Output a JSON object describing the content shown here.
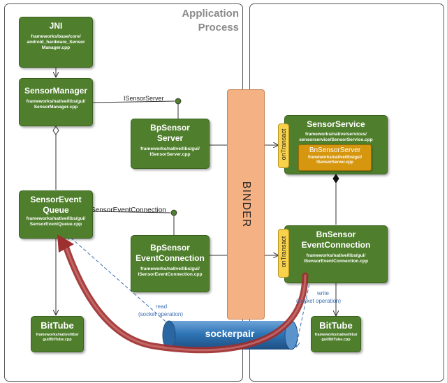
{
  "labels": {
    "app_process": "Application\nProcess",
    "binder": "BINDER",
    "socketpair": "sockerpair",
    "isensorserver": "ISensorServer",
    "isensoreventconnection": "SensorEventConnection",
    "read": "read",
    "read_sub": "(socket operation)",
    "write": "write",
    "write_sub": "(socket operation)"
  },
  "nodes": {
    "jni": {
      "title": "JNI",
      "path": "frameworks/base/core/\nandroid_hardware_Sensor\nManager.cpp"
    },
    "sensor_manager": {
      "title": "SensorManager",
      "path": "frameworks/native/libs/gui/\nSensorManager.cpp"
    },
    "bp_sensor_server": {
      "title": "BpSensor\nServer",
      "path": "frameworks/native/libs/gui/\nISensorServer.cpp"
    },
    "sensor_event_queue": {
      "title": "SensorEvent\nQueue",
      "path": "frameworks/native/libs/gui/\nSensorEventQueue.cpp"
    },
    "bp_sensor_event_connection": {
      "title": "BpSensor\nEventConnection",
      "path": "frameworks/native/libs/gui/\nISensorEventConnection.cpp"
    },
    "bittube_left": {
      "title": "BitTube",
      "path": "frameworks/native/libs/\ngui/BitTube.cpp"
    },
    "sensor_service": {
      "title": "SensorService",
      "path": "frameworks/native/services/\nsensorservice/SensorService.cpp"
    },
    "bn_sensor_server": {
      "title": "BnSensorServer",
      "path": "frameworks/native/libs/gui/\nISensorServer.cpp"
    },
    "bn_sensor_event_connection": {
      "title": "BnSensor\nEventConnection",
      "path": "frameworks/native/libs/gui/\nISensorEventConnection.cpp"
    },
    "bittube_right": {
      "title": "BitTube",
      "path": "frameworks/native/libs/\ngui/BitTube.cpp"
    }
  },
  "on_transact": [
    "onTransact",
    "onTransact"
  ],
  "colors": {
    "green": "#4f7f2c",
    "orange": "#d6960e",
    "binder": "#f4b183",
    "pipe": "#2e75b6",
    "arrow": "#b33a3a"
  }
}
